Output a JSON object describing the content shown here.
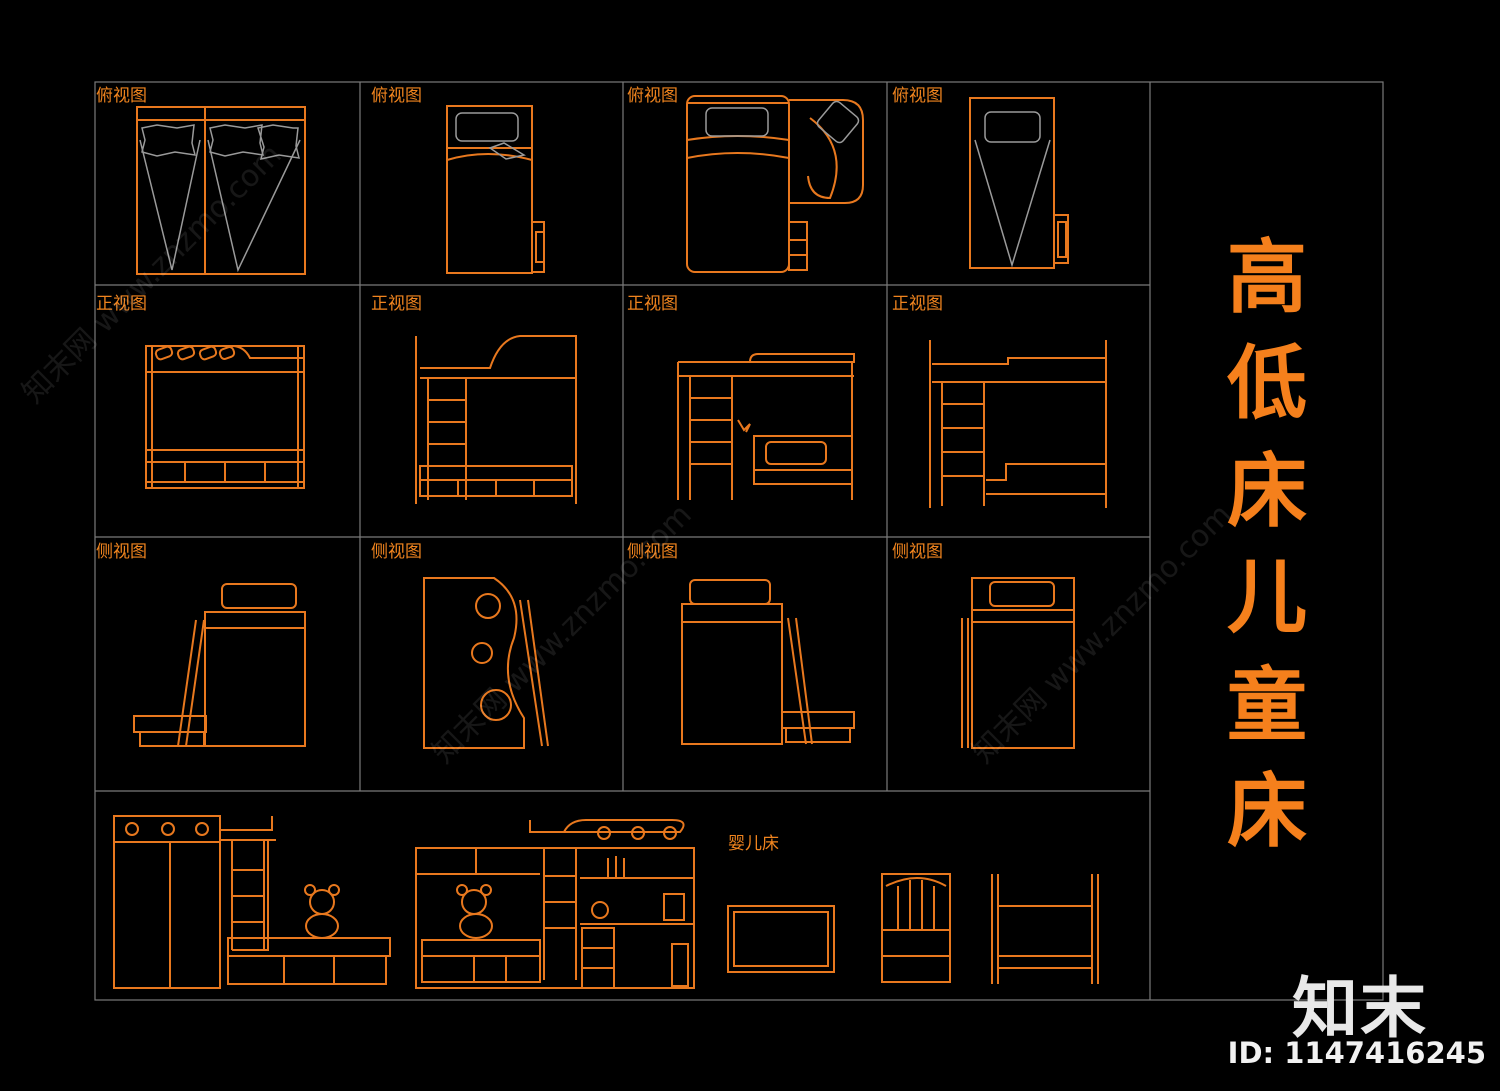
{
  "title_chars": [
    "高",
    "低",
    "床",
    "儿",
    "童",
    "床"
  ],
  "view_labels": {
    "top": "俯视图",
    "front": "正视图",
    "side": "侧视图",
    "crib": "婴儿床"
  },
  "watermark": "知末网 www.znzmo.com",
  "logo": "知末",
  "id_label": "ID: 1147416245",
  "colors": {
    "line": "#e8781e",
    "grid": "#7a7a7a",
    "title": "#f5801c",
    "background": "#000000"
  },
  "icons": [
    "pillow-icon",
    "ladder-icon",
    "teddy-bear-icon",
    "alarm-clock-icon",
    "computer-icon",
    "books-icon"
  ]
}
